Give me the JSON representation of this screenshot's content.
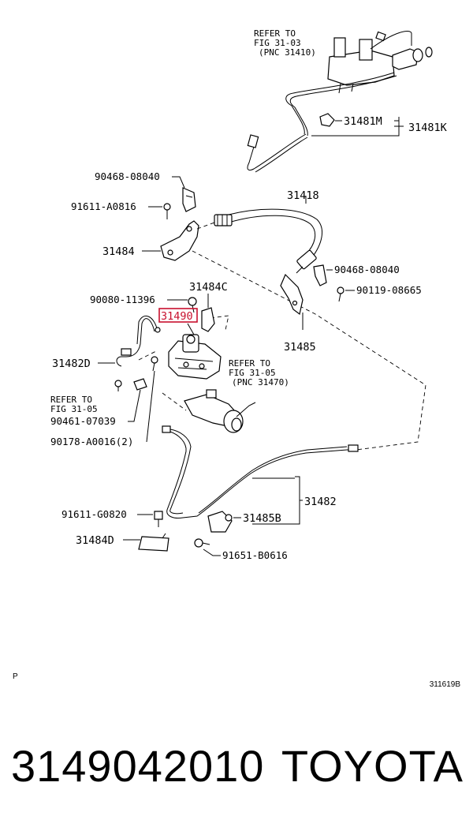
{
  "diagram": {
    "refs": [
      {
        "id": "ref-31-03",
        "lines": [
          "REFER TO",
          "FIG 31-03",
          "(PNC 31410)"
        ]
      },
      {
        "id": "ref-31-05-a",
        "lines": [
          "REFER TO",
          "FIG 31-05",
          "(PNC 31470)"
        ]
      },
      {
        "id": "ref-31-05-b",
        "lines": [
          "REFER TO",
          "FIG 31-05"
        ]
      }
    ],
    "labels": {
      "p31481M": "31481M",
      "p31481K": "31481K",
      "p90468a": "90468-08040",
      "p91611a": "91611-A0816",
      "p31418": "31418",
      "p31484": "31484",
      "p90468b": "90468-08040",
      "p90119": "90119-08665",
      "p90080": "90080-11396",
      "p31484C": "31484C",
      "p31490": "31490",
      "p31485": "31485",
      "p31482D": "31482D",
      "p90461": "90461-07039",
      "p90178": "90178-A0016(2)",
      "p31482": "31482",
      "p91611b": "91611-G0820",
      "p31485B": "31485B",
      "p31484D": "31484D",
      "p91651": "91651-B0616"
    },
    "highlight_color": "#c8102e",
    "corner_left": "P",
    "corner_right": "311619B"
  },
  "footer": {
    "part_number": "3149042010",
    "brand": "TOYOTA"
  }
}
